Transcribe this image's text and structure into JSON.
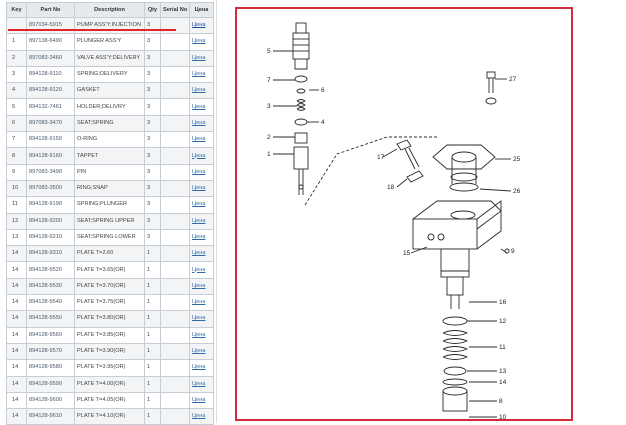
{
  "table": {
    "headers": [
      "Key",
      "Part No",
      "Description",
      "Qty",
      "Serial No",
      "Цена"
    ],
    "rows": [
      {
        "key": "",
        "part_no": "897034-5915",
        "description": "PUMP ASS'Y;INJECTION",
        "qty": "3",
        "serial": "",
        "price": "Цена"
      },
      {
        "key": "1",
        "part_no": "897138-6490",
        "description": "PLUNGER ASS'Y",
        "qty": "3",
        "serial": "",
        "price": "Цена"
      },
      {
        "key": "2",
        "part_no": "897083-3460",
        "description": "VALVE ASS'Y;DELIVERY",
        "qty": "3",
        "serial": "",
        "price": "Цена"
      },
      {
        "key": "3",
        "part_no": "894128-9110",
        "description": "SPRING;DELIVERY",
        "qty": "3",
        "serial": "",
        "price": "Цена"
      },
      {
        "key": "4",
        "part_no": "894128-9120",
        "description": "GASKET",
        "qty": "3",
        "serial": "",
        "price": "Цена"
      },
      {
        "key": "5",
        "part_no": "894132-7461",
        "description": "HOLDER;DELIVRY",
        "qty": "3",
        "serial": "",
        "price": "Цена"
      },
      {
        "key": "6",
        "part_no": "897083-3470",
        "description": "SEAT;SPRING",
        "qty": "3",
        "serial": "",
        "price": "Цена"
      },
      {
        "key": "7",
        "part_no": "894128-9150",
        "description": "O-RING",
        "qty": "3",
        "serial": "",
        "price": "Цена"
      },
      {
        "key": "8",
        "part_no": "894128-9160",
        "description": "TAPPET",
        "qty": "3",
        "serial": "",
        "price": "Цена"
      },
      {
        "key": "9",
        "part_no": "897083-3490",
        "description": "PIN",
        "qty": "3",
        "serial": "",
        "price": "Цена"
      },
      {
        "key": "10",
        "part_no": "897083-3500",
        "description": "RING;SNAP",
        "qty": "3",
        "serial": "",
        "price": "Цена"
      },
      {
        "key": "11",
        "part_no": "894128-9190",
        "description": "SPRING;PLUNGER",
        "qty": "3",
        "serial": "",
        "price": "Цена"
      },
      {
        "key": "12",
        "part_no": "894128-9200",
        "description": "SEAT;SPRING UPPER",
        "qty": "3",
        "serial": "",
        "price": "Цена"
      },
      {
        "key": "13",
        "part_no": "894128-9210",
        "description": "SEAT;SPRING LOWER",
        "qty": "3",
        "serial": "",
        "price": "Цена"
      },
      {
        "key": "14",
        "part_no": "894128-9310",
        "description": "PLATE T=2.60",
        "qty": "1",
        "serial": "",
        "price": "Цена"
      },
      {
        "key": "14",
        "part_no": "894128-9520",
        "description": "PLATE T=3.65(OR)",
        "qty": "1",
        "serial": "",
        "price": "Цена"
      },
      {
        "key": "14",
        "part_no": "894128-9530",
        "description": "PLATE T=3.70(OR)",
        "qty": "1",
        "serial": "",
        "price": "Цена"
      },
      {
        "key": "14",
        "part_no": "894128-9540",
        "description": "PLATE T=3.75(OR)",
        "qty": "1",
        "serial": "",
        "price": "Цена"
      },
      {
        "key": "14",
        "part_no": "894128-9550",
        "description": "PLATE T=3.80(OR)",
        "qty": "1",
        "serial": "",
        "price": "Цена"
      },
      {
        "key": "14",
        "part_no": "894128-9560",
        "description": "PLATE T=3.85(OR)",
        "qty": "1",
        "serial": "",
        "price": "Цена"
      },
      {
        "key": "14",
        "part_no": "894128-9570",
        "description": "PLATE T=3.90(OR)",
        "qty": "1",
        "serial": "",
        "price": "Цена"
      },
      {
        "key": "14",
        "part_no": "894128-9580",
        "description": "PLATE T=3.95(OR)",
        "qty": "1",
        "serial": "",
        "price": "Цена"
      },
      {
        "key": "14",
        "part_no": "894128-9590",
        "description": "PLATE T=4.00(OR)",
        "qty": "1",
        "serial": "",
        "price": "Цена"
      },
      {
        "key": "14",
        "part_no": "894128-9600",
        "description": "PLATE T=4.05(OR)",
        "qty": "1",
        "serial": "",
        "price": "Цена"
      },
      {
        "key": "14",
        "part_no": "894128-9610",
        "description": "PLATE T=4.10(OR)",
        "qty": "1",
        "serial": "",
        "price": "Цена"
      }
    ]
  },
  "diagram": {
    "callouts": [
      "5",
      "7",
      "6",
      "3",
      "4",
      "2",
      "1",
      "27",
      "17",
      "25",
      "18",
      "26",
      "15",
      "9",
      "16",
      "12",
      "11",
      "13",
      "14",
      "8",
      "10"
    ]
  },
  "colors": {
    "highlight": "#e3242b",
    "frame": "#d42d3a",
    "link": "#2f6aa8"
  }
}
